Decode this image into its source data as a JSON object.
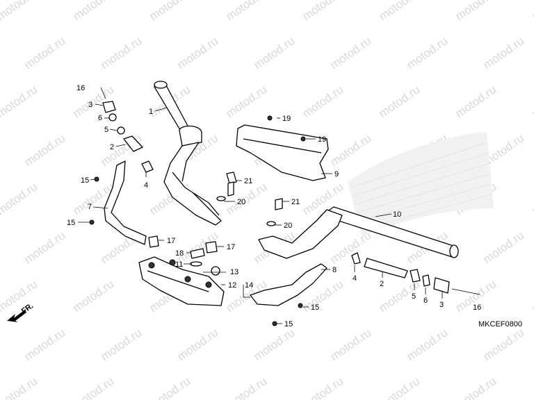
{
  "watermark": {
    "text": "motod.ru"
  },
  "diagram_code": "MKCEF0800",
  "direction_label": "FR.",
  "callouts": [
    {
      "id": "c1",
      "text": "1"
    },
    {
      "id": "c2a",
      "text": "2"
    },
    {
      "id": "c2b",
      "text": "2"
    },
    {
      "id": "c3a",
      "text": "3"
    },
    {
      "id": "c3b",
      "text": "3"
    },
    {
      "id": "c4a",
      "text": "4"
    },
    {
      "id": "c4b",
      "text": "4"
    },
    {
      "id": "c5a",
      "text": "5"
    },
    {
      "id": "c5b",
      "text": "5"
    },
    {
      "id": "c6a",
      "text": "6"
    },
    {
      "id": "c6b",
      "text": "6"
    },
    {
      "id": "c7",
      "text": "7"
    },
    {
      "id": "c8",
      "text": "8"
    },
    {
      "id": "c9",
      "text": "9"
    },
    {
      "id": "c10",
      "text": "10"
    },
    {
      "id": "c11",
      "text": "11"
    },
    {
      "id": "c12",
      "text": "12"
    },
    {
      "id": "c13",
      "text": "13"
    },
    {
      "id": "c14",
      "text": "14"
    },
    {
      "id": "c15a",
      "text": "15"
    },
    {
      "id": "c15b",
      "text": "15"
    },
    {
      "id": "c15c",
      "text": "15"
    },
    {
      "id": "c15d",
      "text": "15"
    },
    {
      "id": "c16a",
      "text": "16"
    },
    {
      "id": "c16b",
      "text": "16"
    },
    {
      "id": "c17a",
      "text": "17"
    },
    {
      "id": "c17b",
      "text": "17"
    },
    {
      "id": "c18",
      "text": "18"
    },
    {
      "id": "c19a",
      "text": "19"
    },
    {
      "id": "c19b",
      "text": "19"
    },
    {
      "id": "c20a",
      "text": "20"
    },
    {
      "id": "c20b",
      "text": "20"
    },
    {
      "id": "c21a",
      "text": "21"
    },
    {
      "id": "c21b",
      "text": "21"
    }
  ]
}
